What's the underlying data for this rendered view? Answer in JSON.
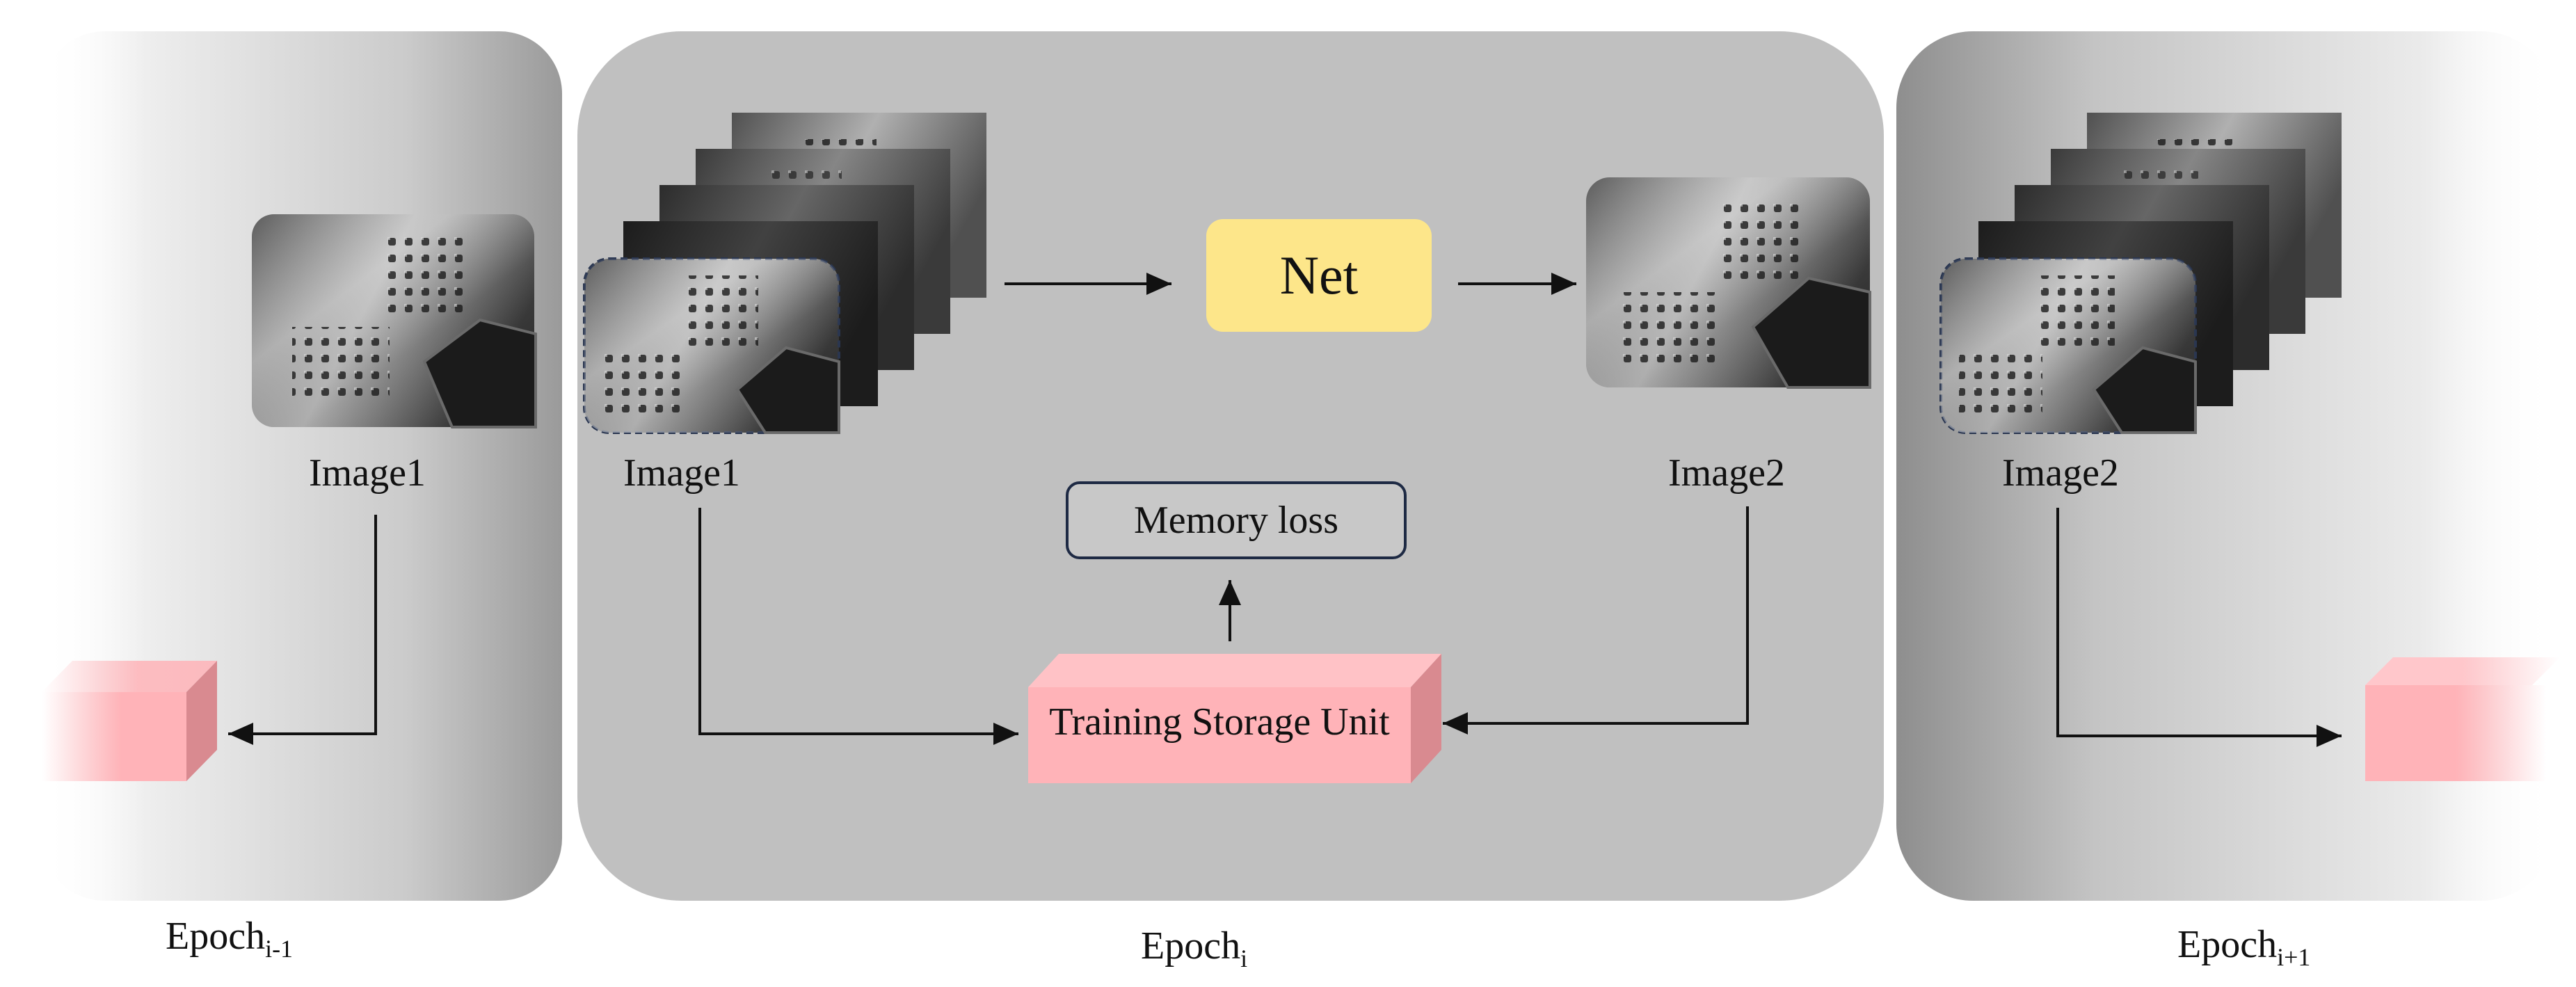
{
  "panels": {
    "left": {
      "image_label": "Image1",
      "epoch_base": "Epoch",
      "epoch_sub": "i-1"
    },
    "center": {
      "left_image_label": "Image1",
      "right_image_label": "Image2",
      "net_label": "Net",
      "memory_loss_label": "Memory loss",
      "storage_label": "Training Storage Unit",
      "epoch_base": "Epoch",
      "epoch_sub": "i"
    },
    "right": {
      "image_label": "Image2",
      "epoch_base": "Epoch",
      "epoch_sub": "i+1"
    }
  },
  "colors": {
    "panel_fill": "#c0c0c0",
    "net_fill": "#fde68a",
    "storage_fill": "#ffb3b8",
    "memory_border": "#1e2a44",
    "arrow": "#111111"
  }
}
